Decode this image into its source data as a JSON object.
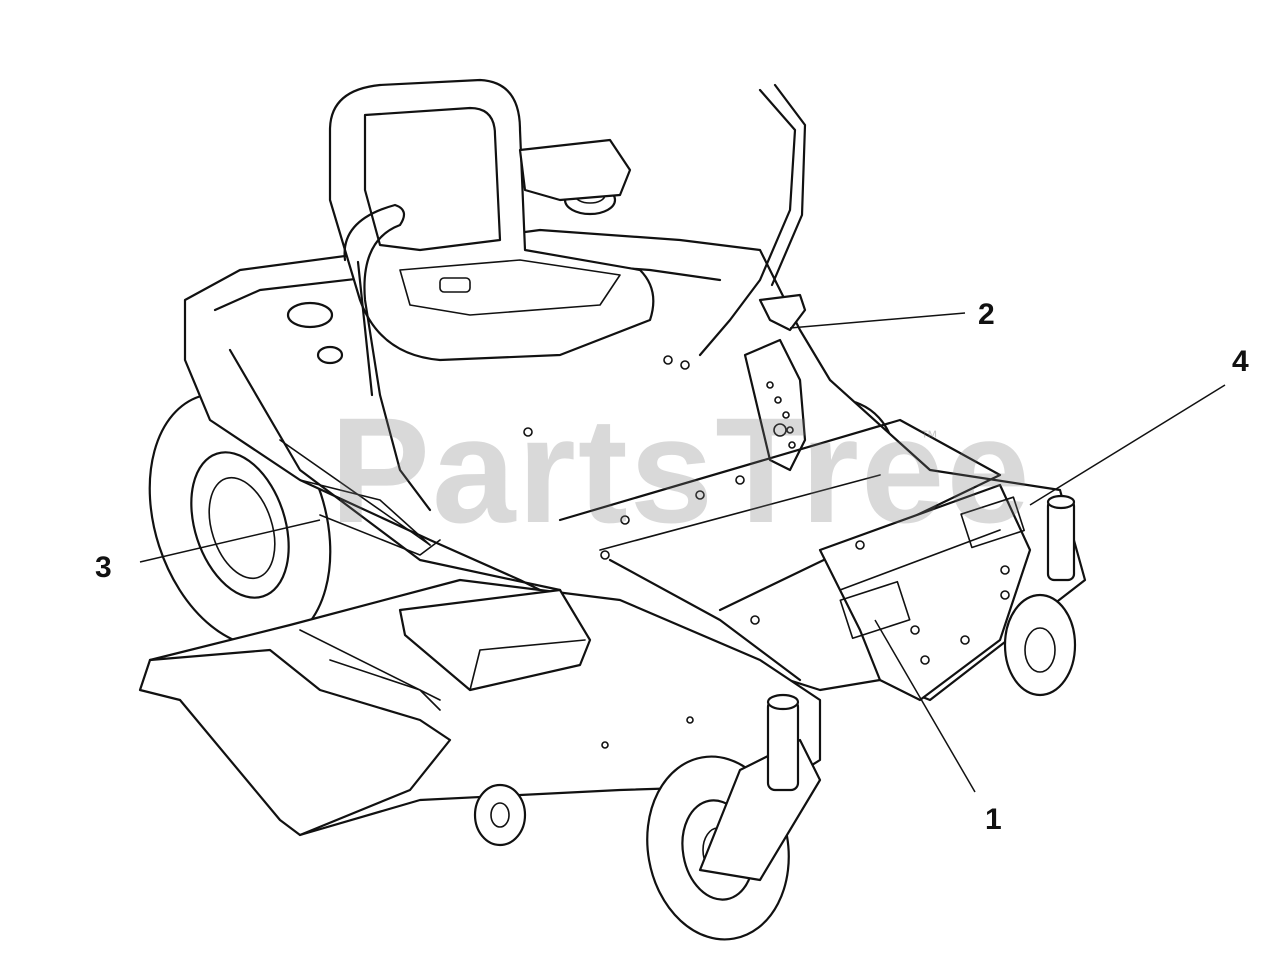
{
  "watermark": {
    "text": "PartsTree",
    "trademark": "™"
  },
  "callouts": [
    {
      "id": "1",
      "label": "1"
    },
    {
      "id": "2",
      "label": "2"
    },
    {
      "id": "3",
      "label": "3"
    },
    {
      "id": "4",
      "label": "4"
    }
  ]
}
